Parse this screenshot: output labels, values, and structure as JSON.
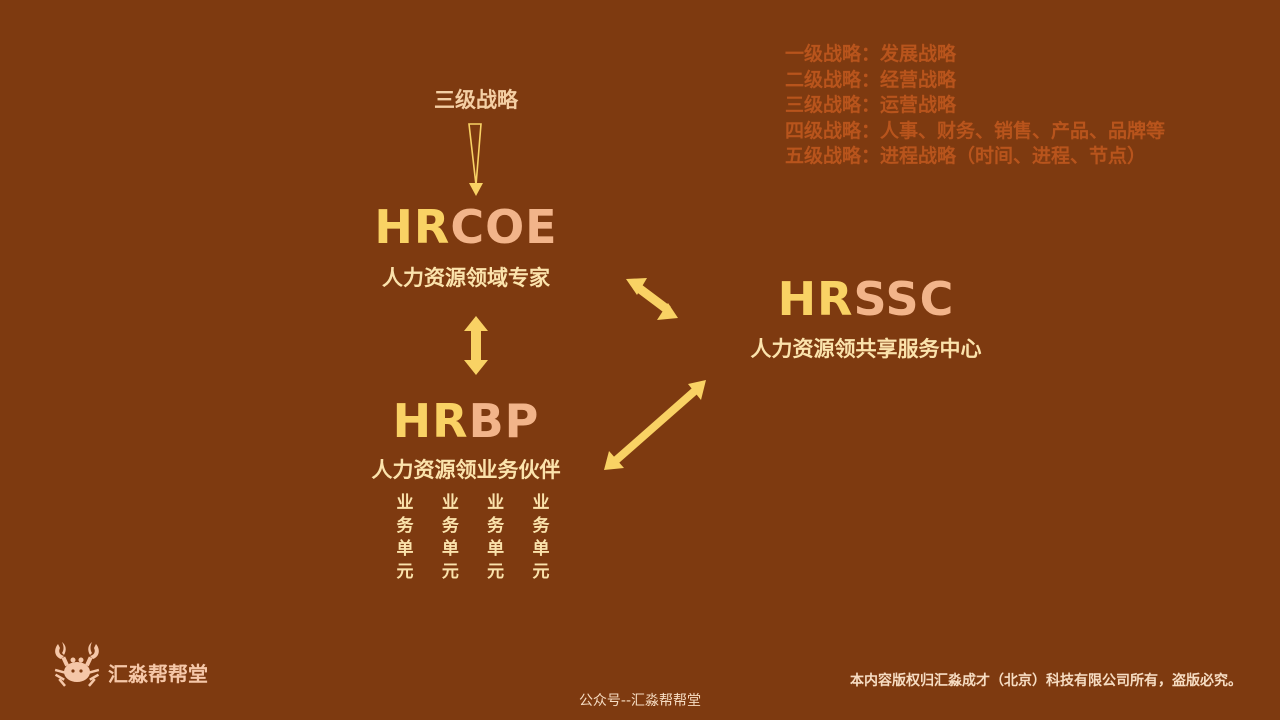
{
  "strategy_levels": [
    "一级战略：发展战略",
    "二级战略：经营战略",
    "三级战略：运营战略",
    "四级战略：人事、财务、销售、产品、品牌等",
    "五级战略：进程战略（时间、进程、节点）"
  ],
  "tertiary_label": "三级战略",
  "nodes": {
    "coe": {
      "title_prefix": "HR",
      "title_rest": "COE",
      "subtitle": "人力资源领域专家"
    },
    "ssc": {
      "title_prefix": "HR",
      "title_rest": "SSC",
      "subtitle": "人力资源领共享服务中心"
    },
    "bp": {
      "title_prefix": "HR",
      "title_rest": "BP",
      "subtitle": "人力资源领业务伙伴"
    }
  },
  "business_units": [
    "业务单元",
    "业务单元",
    "业务单元",
    "业务单元"
  ],
  "brand": {
    "name": "汇淼帮帮堂",
    "logo_icon": "crab-icon"
  },
  "footer": {
    "center": "公众号--汇淼帮帮堂",
    "right": "本内容版权归汇淼成才（北京）科技有限公司所有，盗版必究。"
  },
  "colors": {
    "background": "#7e3a10",
    "accent_yellow": "#f9d264",
    "accent_salmon": "#f2b48a",
    "strategy_text": "#b8541c"
  }
}
